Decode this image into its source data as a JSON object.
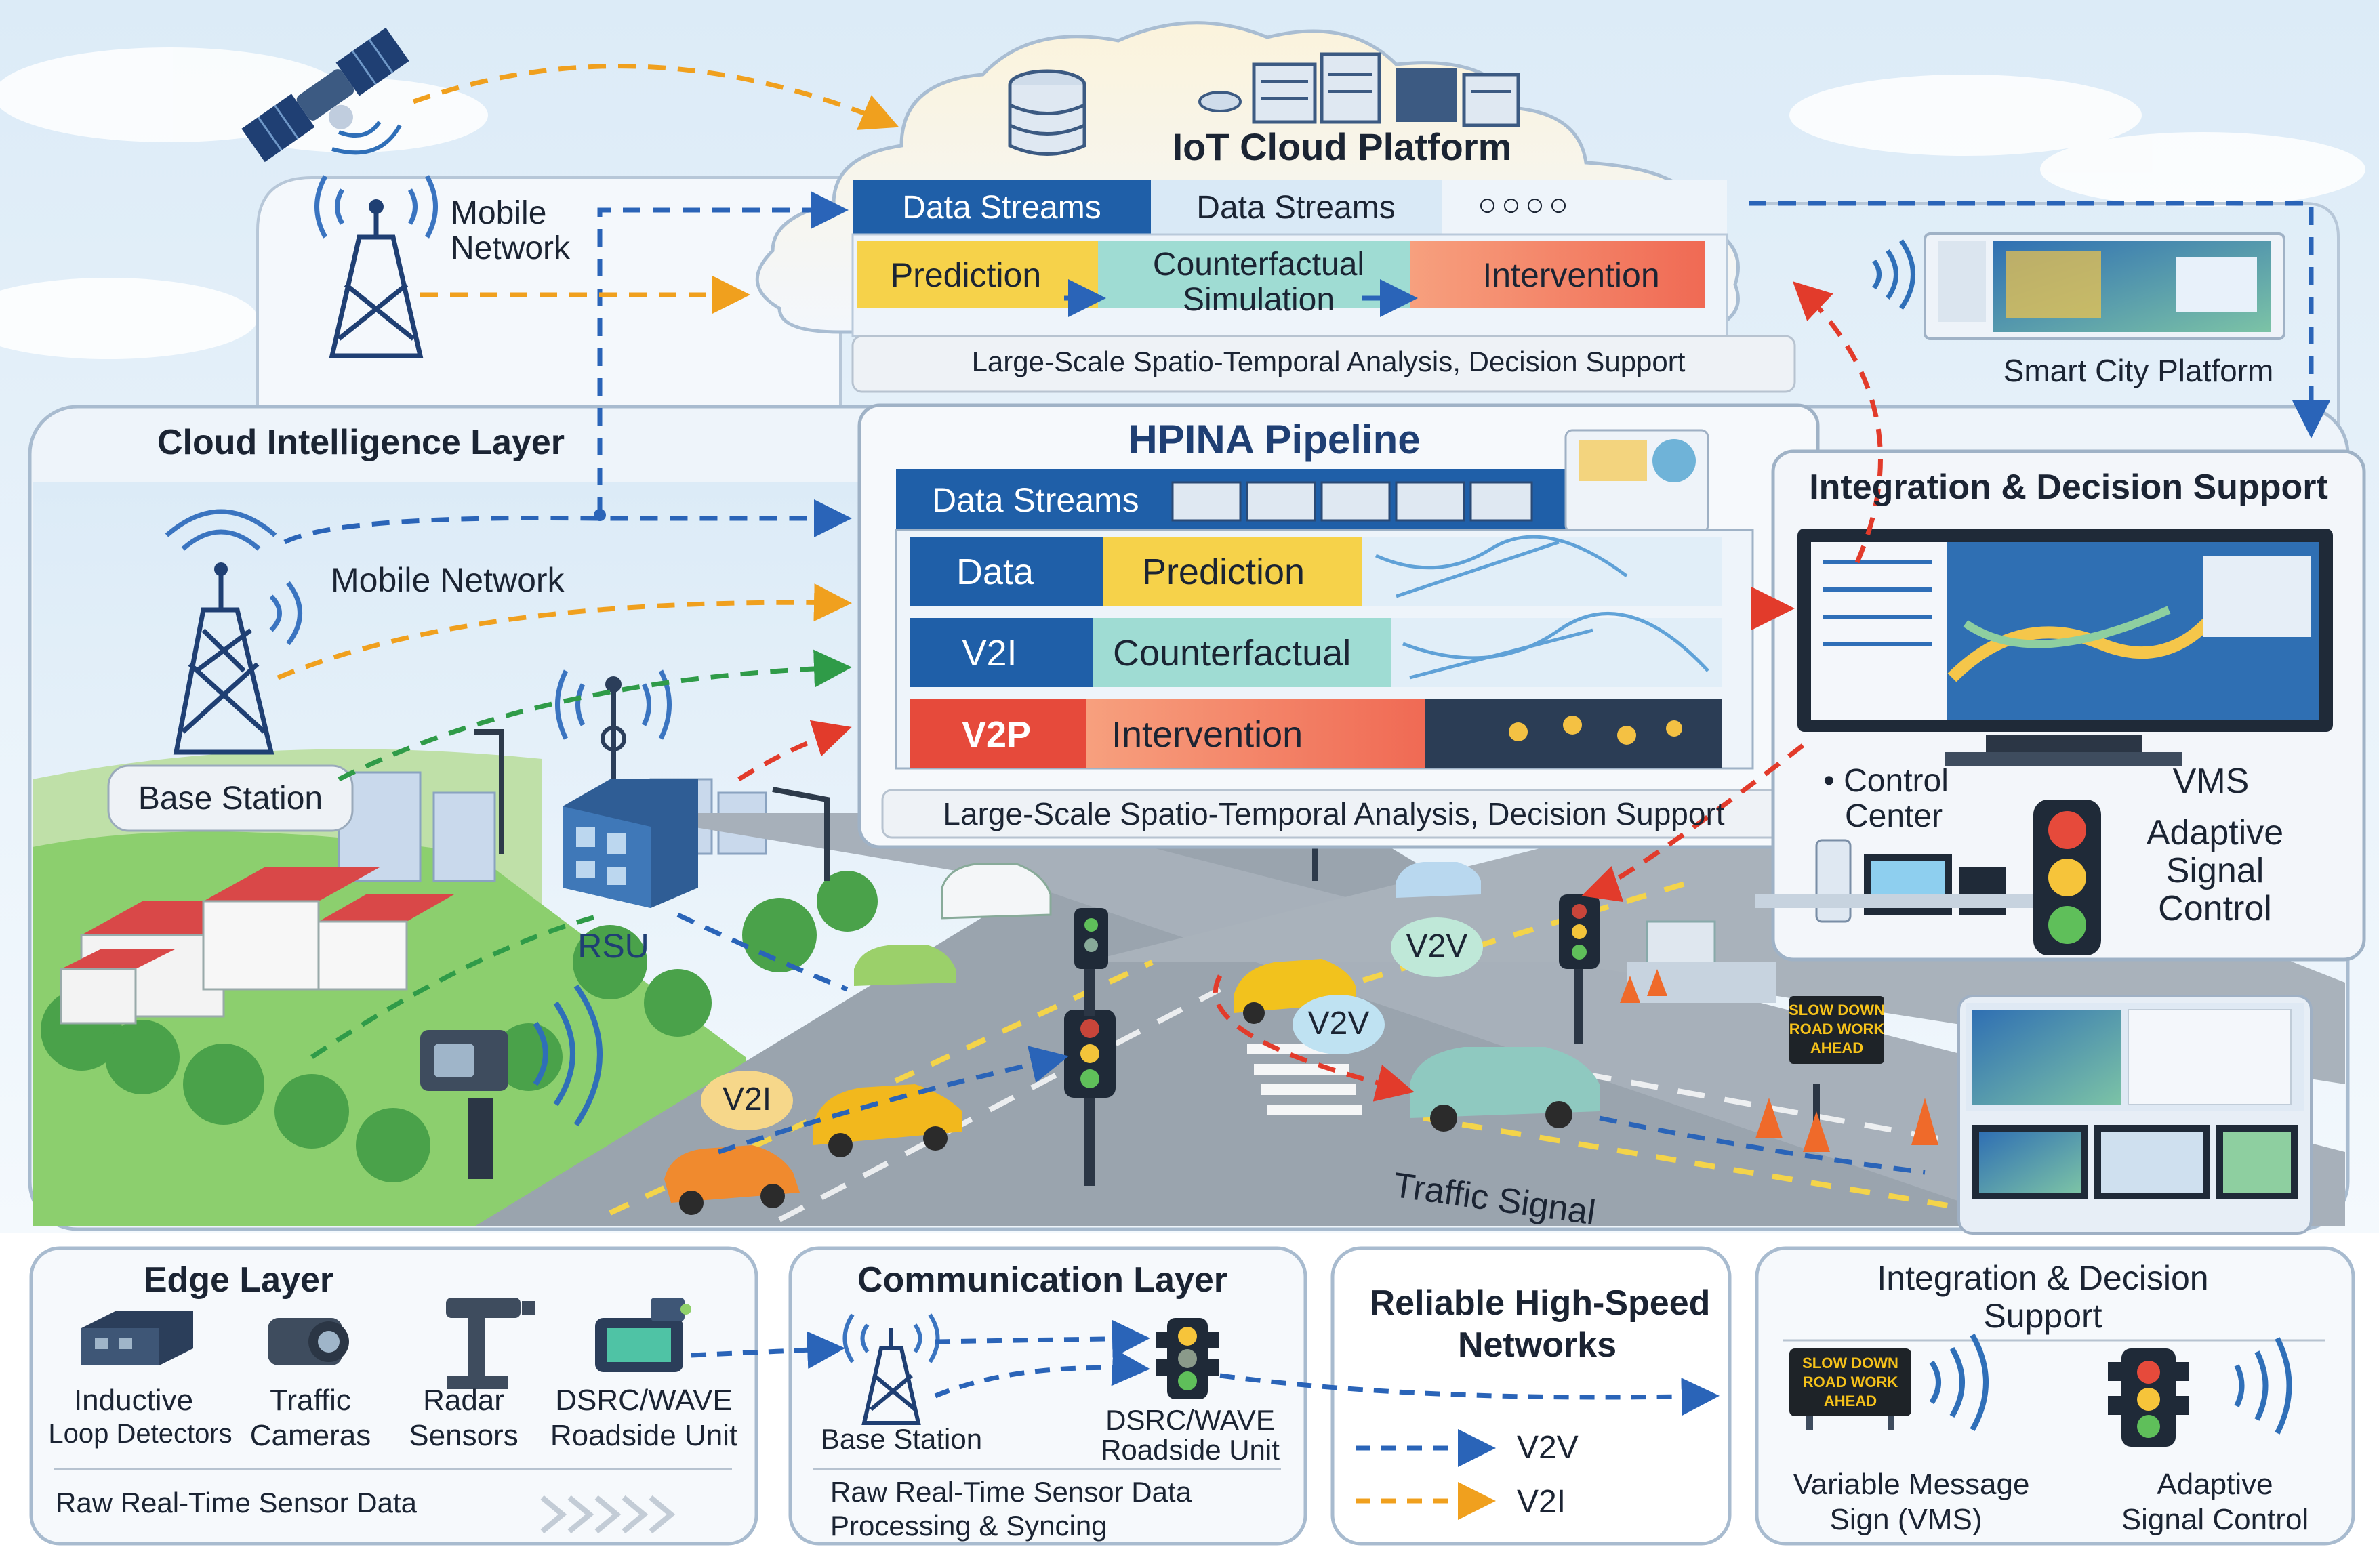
{
  "colors": {
    "blue_dark": "#1f5fa8",
    "blue_accent": "#2b6cb0",
    "teal": "#8fd6cc",
    "yellow": "#f6d24a",
    "red": "#ec5846",
    "orange_arrow": "#f0a01e",
    "green_arrow": "#2f9b48",
    "red_arrow": "#e23b2b",
    "blue_arrow": "#2a64b8"
  },
  "cloud": {
    "title": "IoT Cloud Platform",
    "streams_left": "Data Streams",
    "streams_right": "Data Streams",
    "dots": "○○○○",
    "prediction": "Prediction",
    "counterfactual_line1": "Counterfactual",
    "counterfactual_line2": "Simulation",
    "intervention": "Intervention",
    "caption": "Large-Scale Spatio-Temporal Analysis, Decision Support"
  },
  "mobile_network_top": {
    "line1": "Mobile",
    "line2": "Network"
  },
  "smart_city": {
    "label": "Smart City Platform"
  },
  "layer_title": "Cloud Intelligence Layer",
  "mobile_network_mid": "Mobile Network",
  "base_station": "Base Station",
  "rsu": "RSU",
  "hpina": {
    "title": "HPINA Pipeline",
    "streams": "Data Streams",
    "rows": [
      {
        "left": "Data",
        "right": "Prediction"
      },
      {
        "left": "V2I",
        "right": "Counterfactual"
      },
      {
        "left": "V2P",
        "right": "Intervention"
      }
    ],
    "caption": "Large-Scale Spatio-Temporal Analysis, Decision Support"
  },
  "integration_panel": {
    "title": "Integration & Decision Support",
    "control_center_line1": "• Control",
    "control_center_line2": "Center",
    "vms": "VMS",
    "asc_line1": "Adaptive",
    "asc_line2": "Signal",
    "asc_line3": "Control"
  },
  "street": {
    "v2i": "V2I",
    "v2v_1": "V2V",
    "v2v_2": "V2V",
    "traffic_signal": "Traffic Signal",
    "sign_lines": [
      "SLOW DOWN",
      "ROAD WORK",
      "AHEAD"
    ]
  },
  "edge_layer": {
    "title": "Edge Layer",
    "items": [
      {
        "line1": "Inductive",
        "line2": "Loop Detectors",
        "icon": "loop-detector-icon"
      },
      {
        "line1": "Traffic",
        "line2": "Cameras",
        "icon": "camera-icon"
      },
      {
        "line1": "Radar",
        "line2": "Sensors",
        "icon": "radar-icon"
      },
      {
        "line1": "DSRC/WAVE",
        "line2": "Roadside Unit",
        "icon": "roadside-unit-icon"
      }
    ],
    "footer": "Raw Real-Time Sensor Data"
  },
  "communication_layer": {
    "title": "Communication Layer",
    "base_station": "Base Station",
    "rsu_line1": "DSRC/WAVE",
    "rsu_line2": "Roadside Unit",
    "footer_line1": "Raw Real-Time Sensor Data",
    "footer_line2": "Processing & Syncing"
  },
  "networks": {
    "title_line1": "Reliable High-Speed",
    "title_line2": "Networks",
    "legend": [
      {
        "label": "V2V",
        "color": "#2a64b8"
      },
      {
        "label": "V2I",
        "color": "#f0a01e"
      }
    ]
  },
  "integration_bottom": {
    "title_line1": "Integration & Decision",
    "title_line2": "Support",
    "sign_lines": [
      "SLOW DOWN",
      "ROAD WORK",
      "AHEAD"
    ],
    "vms_line1": "Variable Message",
    "vms_line2": "Sign (VMS)",
    "asc_line1": "Adaptive",
    "asc_line2": "Signal Control"
  }
}
